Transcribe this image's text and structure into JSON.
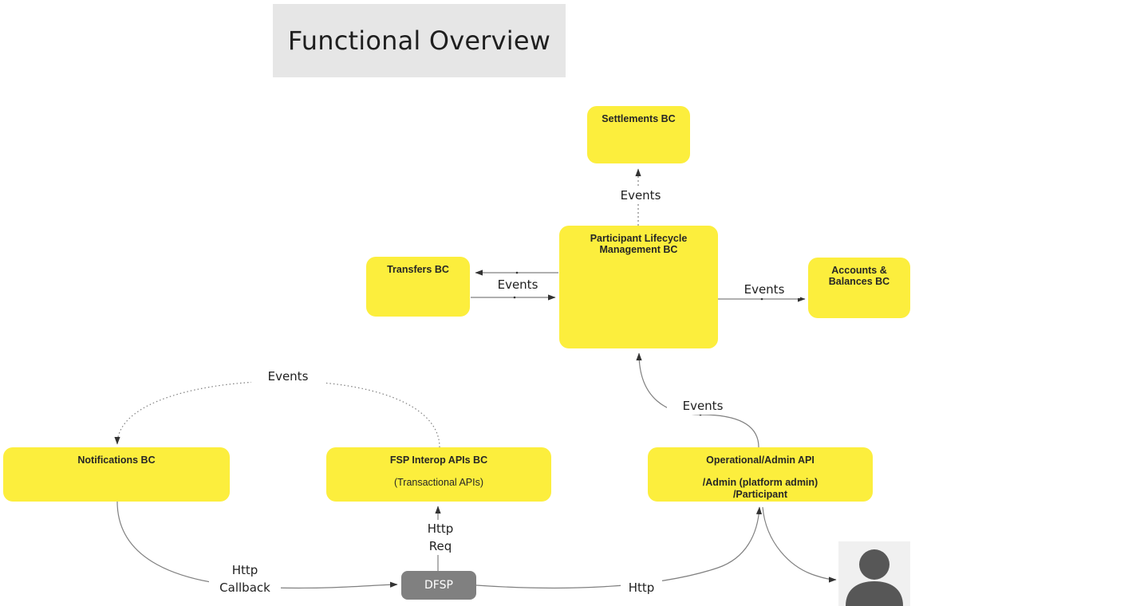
{
  "title": {
    "text": "Functional Overview",
    "background": "#e6e6e6"
  },
  "colors": {
    "node_fill": "#FCEE3D",
    "node_text": "#262626",
    "dfsp_fill": "#808080",
    "dfsp_text": "#ffffff",
    "edge_stroke": "#4d4d4d",
    "actor_bg": "#f0f0f0",
    "actor_fill": "#575757",
    "title_bg": "#e6e6e6"
  },
  "nodes": [
    {
      "id": "settlements",
      "title": "Settlements BC",
      "sub": ""
    },
    {
      "id": "plm",
      "title": "Participant Lifecycle\nManagement BC",
      "sub": ""
    },
    {
      "id": "transfers",
      "title": "Transfers BC",
      "sub": ""
    },
    {
      "id": "accounts",
      "title": "Accounts &\nBalances BC",
      "sub": ""
    },
    {
      "id": "notifications",
      "title": "Notifications BC",
      "sub": ""
    },
    {
      "id": "fsp",
      "title": "FSP Interop APIs BC",
      "sub": "(Transactional APIs)"
    },
    {
      "id": "opsadmin",
      "title": "Operational/Admin API",
      "sub": "/Admin (platform admin)\n/Participant"
    }
  ],
  "dfsp": {
    "label": "DFSP"
  },
  "actor": {
    "name": "user-actor"
  },
  "edge_labels": {
    "settlements_events": "Events",
    "transfers_events": "Events",
    "accounts_events": "Events",
    "notifications_events": "Events",
    "opsadmin_events": "Events",
    "http_req": "Http\nReq",
    "http_callback": "Http\nCallback",
    "http_admin": "Http"
  }
}
